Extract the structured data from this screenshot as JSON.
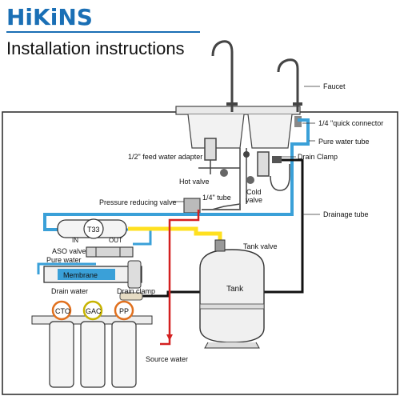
{
  "brand": {
    "name": "HiKiNS",
    "title": "Installation instructions",
    "accent": "#1a6fb5"
  },
  "colors": {
    "pure_water": "#3aa0d8",
    "feed_water": "#ffe020",
    "drain": "#111111",
    "source": "#d42020",
    "cto_ring": "#e0701e",
    "gac_ring": "#c7b300",
    "pp_ring": "#e0701e"
  },
  "labels": {
    "faucet": "Faucet",
    "quick_connector": "1/4 \"quick connector",
    "pure_water_tube": "Pure water tube",
    "feed_adapter": "1/2\"  feed water adapter",
    "drain_clamp_top": "Drain Clamp",
    "hot_valve": "Hot valve",
    "quarter_tube": "1/4\"  tube",
    "cold_valve_1": "Cold",
    "cold_valve_2": "valve",
    "pressure_valve": "Pressure reducing valve",
    "drainage_tube": "Drainage tube",
    "t33": "T33",
    "in": "IN",
    "out": "OUT",
    "aso_valve": "ASO valve",
    "tank_valve": "Tank valve",
    "pure_water": "Pure water",
    "membrane": "Membrane",
    "tank": "Tank",
    "drain_water": "Drain water",
    "drain_clamp": "Drain clamp",
    "cto": "CTO",
    "gac": "GAC",
    "pp": "PP",
    "source_water": "Source water"
  }
}
